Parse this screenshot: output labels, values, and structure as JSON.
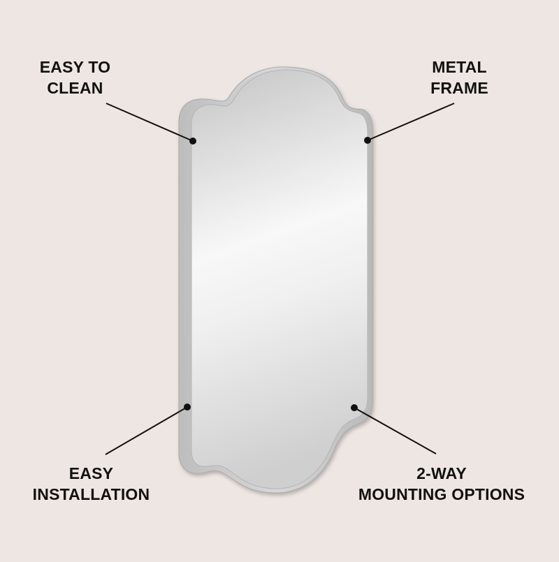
{
  "background_color": "#eee6e2",
  "text_color": "#111111",
  "product": {
    "name": "mirror",
    "frame_color": "#c9c9c9",
    "glass_gradient": [
      "#c8c8c8",
      "#f7f7f7",
      "#d2d2d2"
    ]
  },
  "callouts": [
    {
      "id": "top-left",
      "lines": [
        "EASY TO",
        "CLEAN"
      ]
    },
    {
      "id": "top-right",
      "lines": [
        "METAL",
        "FRAME"
      ]
    },
    {
      "id": "bottom-left",
      "lines": [
        "EASY",
        "INSTALLATION"
      ]
    },
    {
      "id": "bottom-right",
      "lines": [
        "2-WAY",
        "MOUNTING OPTIONS"
      ]
    }
  ]
}
